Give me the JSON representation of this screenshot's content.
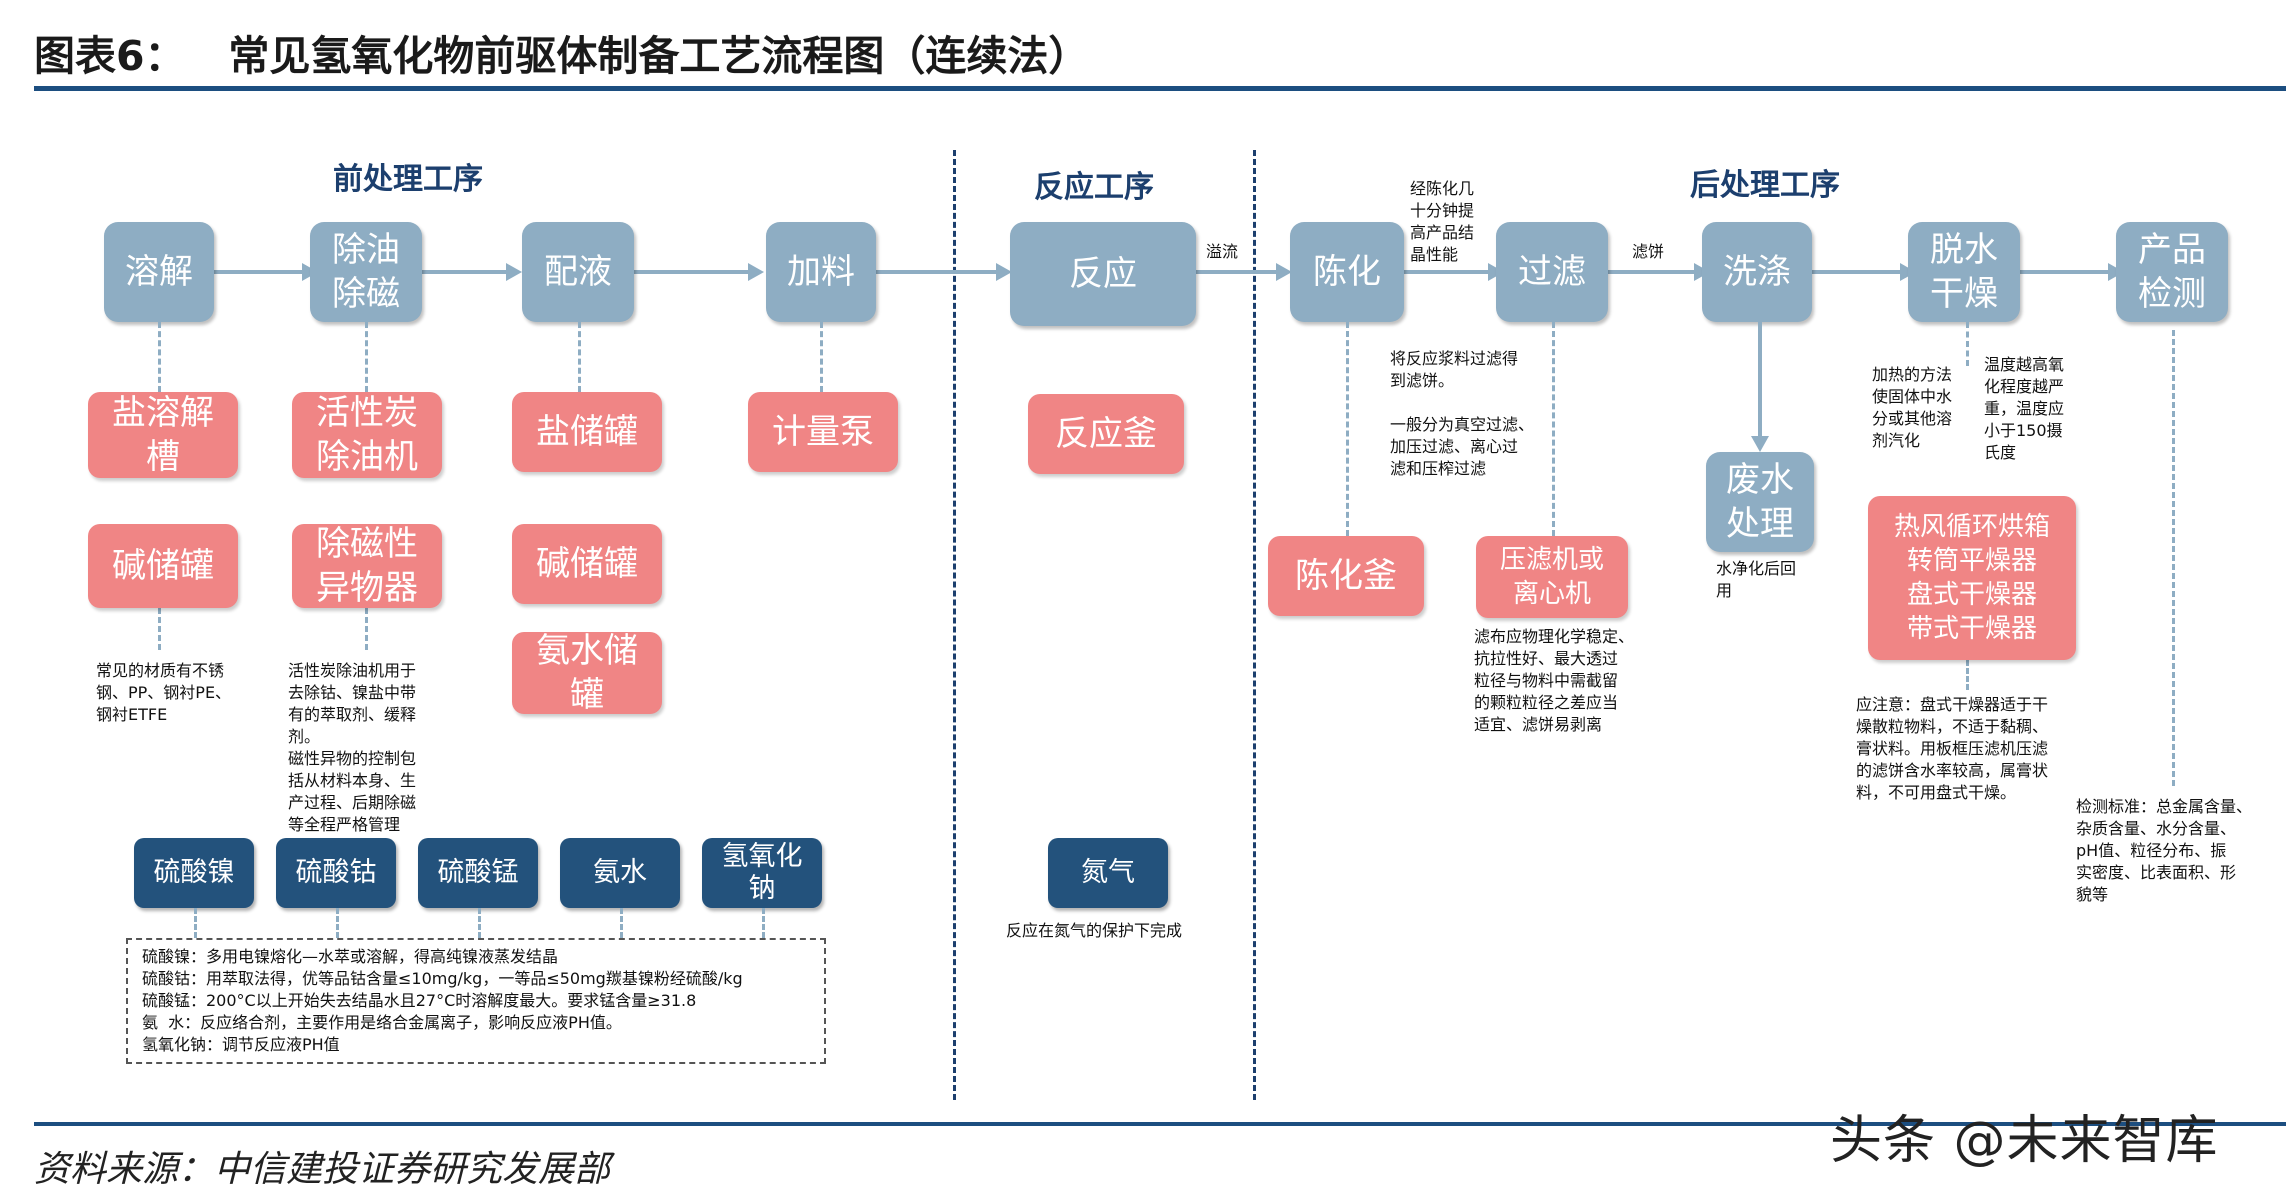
{
  "header": {
    "title": "图表6：   常见氢氧化物前驱体制备工艺流程图（连续法）"
  },
  "sections": {
    "pre": "前处理工序",
    "reaction": "反应工序",
    "post": "后处理工序"
  },
  "steps": {
    "dissolve": "溶解",
    "degrease": "除油\n除磁",
    "mix": "配液",
    "feed": "加料",
    "react": "反应",
    "age": "陈化",
    "filter": "过滤",
    "wash": "洗涤",
    "dry": "脱水\n干燥",
    "inspect": "产品\n检测",
    "waste": "废水\n处理"
  },
  "equipment": {
    "salt_tank_dissolve": "盐溶解\n槽",
    "alkali_tank_1": "碱储罐",
    "carbon_degreaser": "活性炭\n除油机",
    "demagnetizer": "除磁性\n异物器",
    "salt_tank": "盐储罐",
    "alkali_tank_2": "碱储罐",
    "ammonia_tank": "氨水储\n罐",
    "metering_pump": "计量泵",
    "reactor": "反应釜",
    "aging_tank": "陈化釜",
    "filter_press": "压滤机或\n离心机",
    "dryers": "热风循环烘箱\n转筒平燥器\n盘式干燥器\n带式干燥器"
  },
  "raw_materials": [
    "硫酸镍",
    "硫酸钴",
    "硫酸锰",
    "氨水",
    "氢氧化\n钠"
  ],
  "nitrogen": "氮气",
  "flow_labels": {
    "overflow": "溢流",
    "cake": "滤饼"
  },
  "notes": {
    "material": "常见的材质有不锈\n钢、PP、钢衬PE、\n钢衬ETFE",
    "degrease": "活性炭除油机用于\n去除钴、镍盐中带\n有的萃取剂、缓释\n剂。\n磁性异物的控制包\n括从材料本身、生\n产过程、后期除磁\n等全程严格管理",
    "aging": "经陈化几\n十分钟提\n高产品结\n晶性能",
    "filter": "将反应浆料过滤得\n到滤饼。\n\n一般分为真空过滤、\n加压过滤、离心过\n滤和压榨过滤",
    "filter_cloth": "滤布应物理化学稳定、\n抗拉性好、最大透过\n粒径与物料中需截留\n的颗粒粒径之差应当\n适宜、滤饼易剥离",
    "waste": "水净化后回\n用",
    "dry_heat": "加热的方法\n使固体中水\n分或其他溶\n剂汽化",
    "dry_temp": "温度越高氧\n化程度越严\n重，温度应\n小于150摄\n氏度",
    "dry_caution": "应注意：盘式干燥器适于干\n燥散粒物料，不适于黏稠、\n膏状料。用板框压滤机压滤\n的滤饼含水率较高，属膏状\n料，不可用盘式干燥。",
    "inspect": "检测标准：总金属含量、\n杂质含量、水分含量、\npH值、粒径分布、振\n实密度、比表面积、形\n貌等",
    "nitrogen": "反应在氮气的保护下完成"
  },
  "raw_notes": [
    "硫酸镍：多用电镍熔化—水萃或溶解，得高纯镍液蒸发结晶",
    "硫酸钴：用萃取法得，优等品钴含量≤10mg/kg，一等品≤50mg羰基镍粉经硫酸/kg",
    "硫酸锰：200°C以上开始失去结晶水且27°C时溶解度最大。要求锰含量≥31.8",
    "氨  水：反应络合剂，主要作用是络合金属离子，影响反应液PH值。",
    "氢氧化钠：调节反应液PH值"
  ],
  "source": "资料来源：中信建投证券研究发展部",
  "watermark": "头条 @未来智库"
}
